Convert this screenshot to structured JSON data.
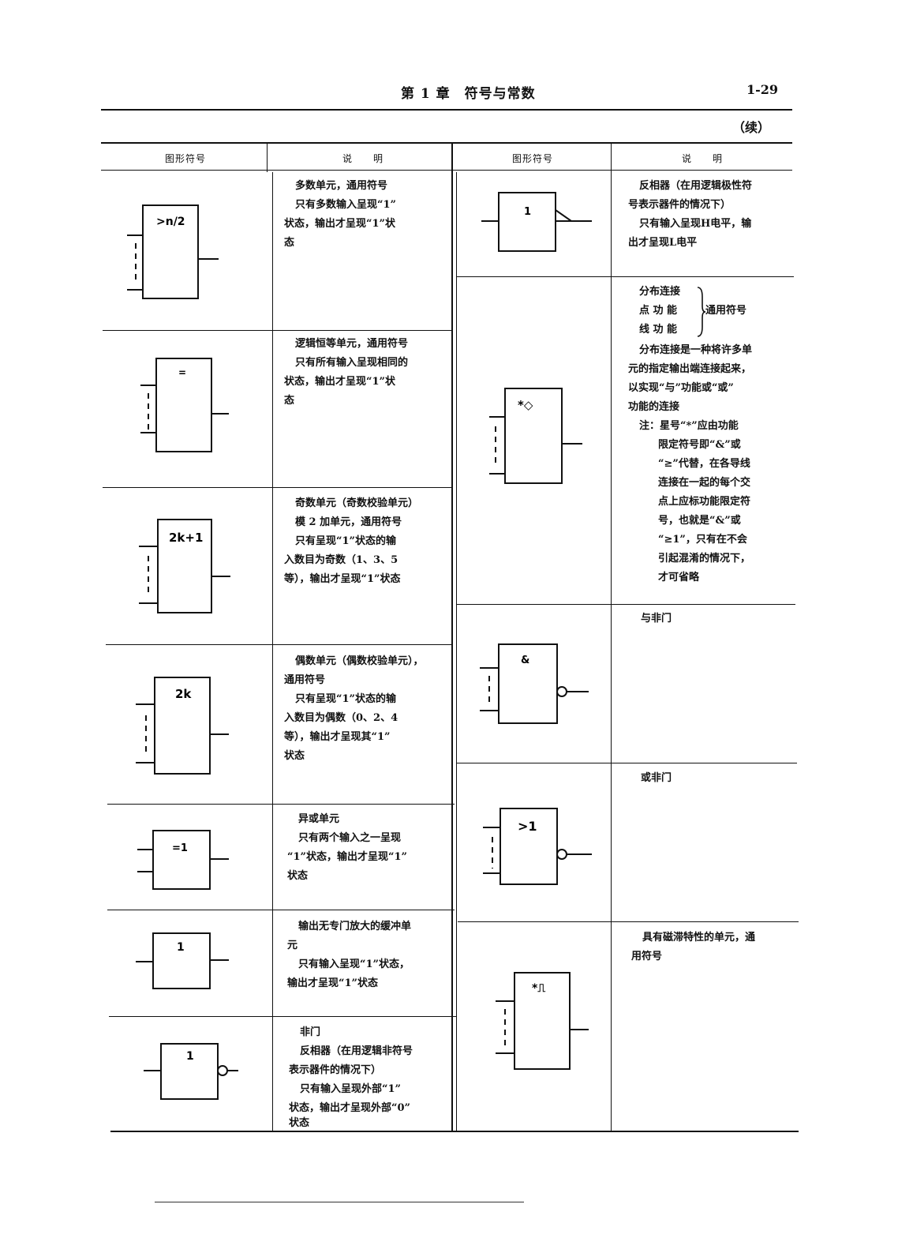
{
  "header": {
    "chapter": "第 1 章　符号与常数",
    "page": "1-29",
    "continued": "（续）"
  },
  "columns": {
    "symbol": "图形符号",
    "description": "说　　明"
  },
  "left_rows": [
    {
      "symbol_label": ">n/2",
      "lines": [
        "多数单元，通用符号",
        "只有多数输入呈现“1”",
        "状态，输出才呈现“1”状",
        "态"
      ]
    },
    {
      "symbol_label": "=",
      "lines": [
        "逻辑恒等单元，通用符号",
        "只有所有输入呈现相同的",
        "状态，输出才呈现“1”状",
        "态"
      ]
    },
    {
      "symbol_label": "2k+1",
      "lines": [
        "奇数单元（奇数校验单元）",
        "模 2 加单元，通用符号",
        "只有呈现“1”状态的输",
        "入数目为奇数（1、3、5",
        "等），输出才呈现“1”状态"
      ]
    },
    {
      "symbol_label": "2k",
      "lines": [
        "偶数单元（偶数校验单元），",
        "通用符号",
        "只有呈现“1”状态的输",
        "入数目为偶数（0、2、4",
        "等），输出才呈现其“1”",
        "状态"
      ]
    },
    {
      "symbol_label": "=1",
      "lines": [
        "异或单元",
        "只有两个输入之一呈现",
        "“1”状态，输出才呈现“1”",
        "状态"
      ]
    },
    {
      "symbol_label": "1",
      "lines": [
        "输出无专门放大的缓冲单",
        "元",
        "只有输入呈现“1”状态，",
        "输出才呈现“1”状态"
      ]
    },
    {
      "symbol_label": "1",
      "lines": [
        "非门",
        "反相器（在用逻辑非符号",
        "表示器件的情况下）",
        "只有输入呈现外部“1”",
        "状态，输出才呈现外部“0”",
        "状态"
      ]
    }
  ],
  "right_rows": [
    {
      "symbol_label": "1",
      "lines": [
        "反相器（在用逻辑极性符",
        "号表示器件的情况下）",
        "只有输入呈现H电平，输",
        "出才呈现L电平"
      ]
    },
    {
      "symbol_label": "*◇",
      "brace_items": [
        "分布连接",
        "点 功 能",
        "线 功 能"
      ],
      "brace_label": "通用符号",
      "lines": [
        "分布连接是一种将许多单",
        "元的指定输出端连接起来，",
        "以实现“与”功能或“或”",
        "功能的连接"
      ],
      "note_lines": [
        "注：星号“*”应由功能",
        "限定符号即“&”或",
        "“≥”代替，在各导线",
        "连接在一起的每个交",
        "点上应标功能限定符",
        "号，也就是“&”或",
        "“≥1”，只有在不会",
        "引起混淆的情况下，",
        "才可省略"
      ]
    },
    {
      "symbol_label": "&",
      "lines": [
        "与非门"
      ]
    },
    {
      "symbol_label": ">1",
      "lines": [
        "或非门"
      ]
    },
    {
      "symbol_label": "*⎍",
      "lines": [
        "具有磁滞特性的单元，通",
        "用符号"
      ]
    }
  ]
}
